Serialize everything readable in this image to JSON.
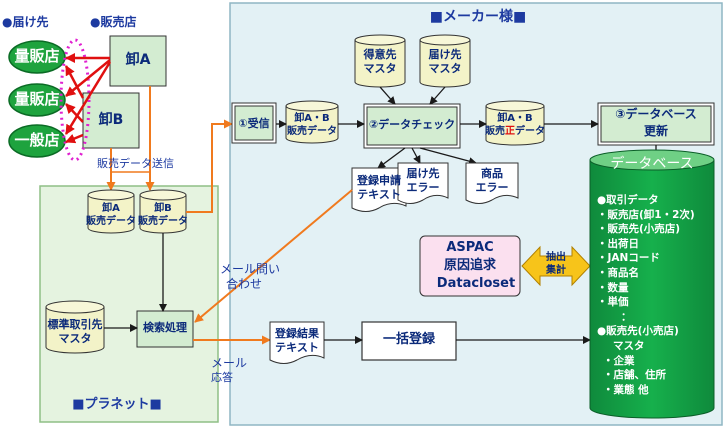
{
  "legend": {
    "deliver_label": "●届け先",
    "store_label": "●販売店"
  },
  "stores": [
    "量販店",
    "量販店",
    "一般店"
  ],
  "wholesalers": {
    "a": "卸A",
    "b": "卸B"
  },
  "send_label": "販売データ送信",
  "maker": {
    "title": "■メーカー様■"
  },
  "planet": {
    "title": "■プラネット■"
  },
  "planet_cylinders": [
    {
      "line1": "卸A",
      "line2": "販売データ"
    },
    {
      "line1": "卸B",
      "line2": "販売データ"
    }
  ],
  "standard_master": {
    "line1": "標準取引先",
    "line2": "マスタ"
  },
  "search_process": "検索処理",
  "mail_inquiry": {
    "line1": "メール問い",
    "line2": "合わせ"
  },
  "mail_reply": {
    "line1": "メール",
    "line2": "応答"
  },
  "masters": [
    {
      "line1": "得意先",
      "line2": "マスタ"
    },
    {
      "line1": "届け先",
      "line2": "マスタ"
    }
  ],
  "steps": {
    "receive": "①受信",
    "check": "②データチェック",
    "update": {
      "line1": "③データベース",
      "line2": "更新"
    }
  },
  "sales_data_ab": {
    "line1": "卸A・B",
    "line2": "販売データ"
  },
  "sales_correct": {
    "line1": "卸A・B",
    "line2_pre": "販売",
    "line2_mark": "正",
    "line2_post": "データ"
  },
  "registration_request": {
    "line1": "登録申請",
    "line2": "テキスト"
  },
  "error_deliver": {
    "line1": "届け先",
    "line2": "エラー"
  },
  "error_product": {
    "line1": "商品",
    "line2": "エラー"
  },
  "aspac": {
    "line1": "ASPAC",
    "line2": "原因追求",
    "line3": "Datacloset"
  },
  "extract": {
    "line1": "抽出",
    "line2": "集計"
  },
  "registration_result": {
    "line1": "登録結果",
    "line2": "テキスト"
  },
  "bulk_register": "一括登録",
  "database": {
    "title": "データベース",
    "items": [
      "●取引データ",
      "・販売店(卸1・2次)",
      "・販売先(小売店)",
      "・出荷日",
      "・JANコード",
      "・商品名",
      "・数量",
      "・単価",
      "：",
      "●販売先(小売店)",
      "マスタ",
      "・企業",
      "・店舗、住所",
      "・業態 他"
    ]
  }
}
